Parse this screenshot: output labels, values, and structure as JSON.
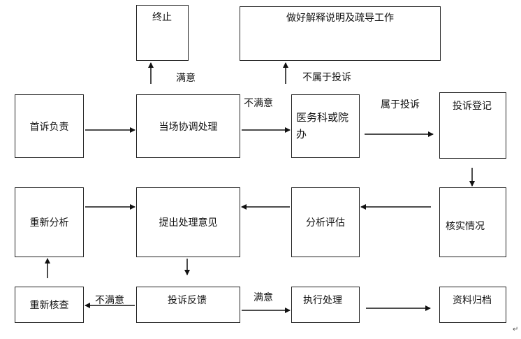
{
  "nodes": {
    "terminate": "终止",
    "explain": "做好解释说明及疏导工作",
    "first_responsible": "首诉负责",
    "onsite": "当场协调处理",
    "medical_office": "医务科或院办",
    "complaint_register": "投诉登记",
    "reanalyze": "重新分析",
    "propose": "提出处理意见",
    "evaluate": "分析评估",
    "verify": "核实情况",
    "recheck": "重新核查",
    "feedback": "投诉反馈",
    "execute": "执行处理",
    "archive": "资料归档"
  },
  "edge_labels": {
    "satisfied_up": "满意",
    "not_complaint": "不属于投诉",
    "dissatisfied_top": "不满意",
    "is_complaint": "属于投诉",
    "dissatisfied_bottom": "不满意",
    "satisfied_bottom": "满意"
  },
  "corner_mark": "↵"
}
